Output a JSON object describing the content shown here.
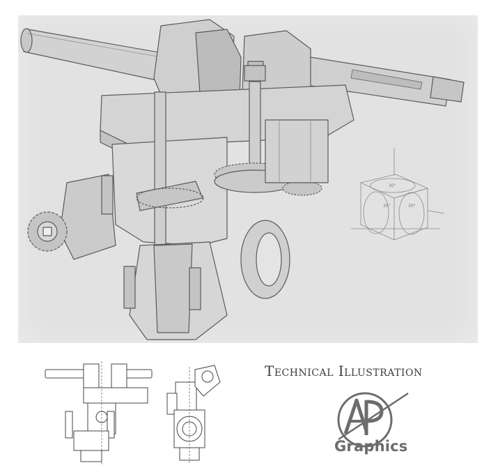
{
  "caption": "Technical Illustration",
  "logo": {
    "letters": "AP",
    "word": "Graphics"
  },
  "cube": {
    "top_angle": "30°",
    "left_angle": "35°",
    "right_angle": "30°"
  },
  "colors": {
    "panel": "#e2e2e2",
    "line": "#5a5a5a",
    "logo": "#6c6c6c",
    "caption": "#3d3d3d"
  },
  "images": {
    "main": "cutaway-valve-assembly",
    "thumb_front": "valve-front-elevation",
    "thumb_side": "valve-side-elevation"
  }
}
